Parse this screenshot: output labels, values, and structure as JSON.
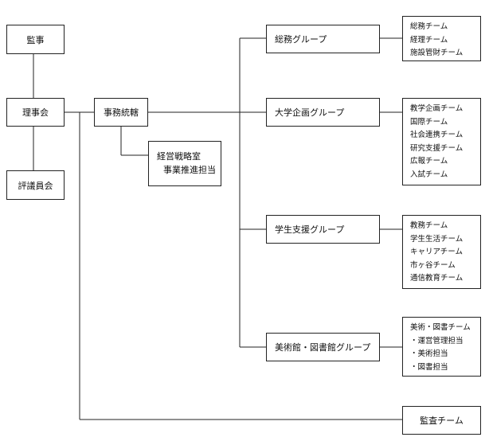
{
  "kansa": "監事",
  "rijikai": "理事会",
  "hyogiinkai": "評議員会",
  "jimu_tokatsu": "事務統轄",
  "keiei": {
    "line1": "経営戦略室",
    "line2": "事業推進担当"
  },
  "groups": [
    {
      "name": "総務グループ",
      "teams": [
        "総務チーム",
        "経理チーム",
        "施設管財チーム"
      ]
    },
    {
      "name": "大学企画グループ",
      "teams": [
        "教学企画チーム",
        "国際チーム",
        "社会連携チーム",
        "研究支援チーム",
        "広報チーム",
        "入試チーム"
      ]
    },
    {
      "name": "学生支援グループ",
      "teams": [
        "教務チーム",
        "学生生活チーム",
        "キャリアチーム",
        "市ヶ谷チーム",
        "通信教育チーム"
      ]
    },
    {
      "name": "美術館・図書館グループ",
      "teams": [
        "美術・図書チーム",
        "・運営管理担当",
        "・美術担当",
        "・図書担当"
      ]
    }
  ],
  "kansa_team": "監査チーム"
}
